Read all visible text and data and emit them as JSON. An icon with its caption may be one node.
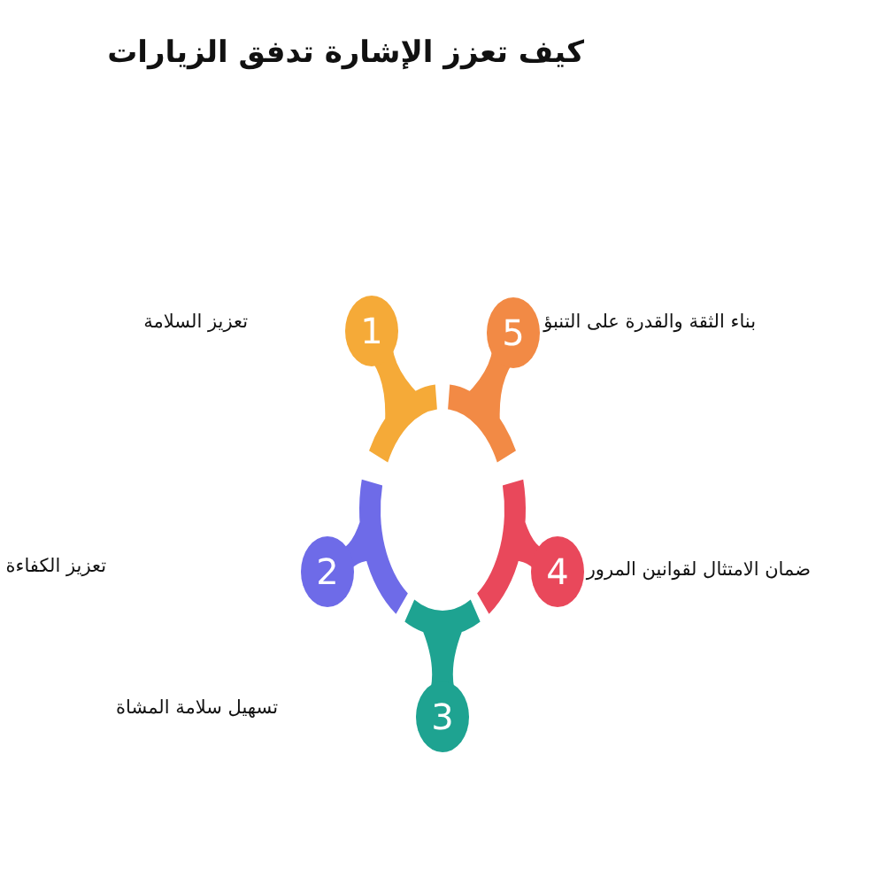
{
  "diagram": {
    "title": "كيف تعزز الإشارة تدفق الزيارات",
    "nodes": [
      {
        "text": [
          "1"
        ]
      },
      {
        "text": [
          "2"
        ]
      },
      {
        "text": [
          "3"
        ]
      },
      {
        "text": [
          "4"
        ],
        "beside": [
          "ضمان الامتثال لقوانين المرور"
        ]
      },
      {
        "text": [
          "5"
        ],
        "beside": [
          "بناء الثقة والقدرة على التنبؤ"
        ]
      }
    ],
    "labels": [
      "تعزيز السلامة",
      "تعزيز الكفاءة",
      "تسهيل سلامة المشاة"
    ]
  }
}
